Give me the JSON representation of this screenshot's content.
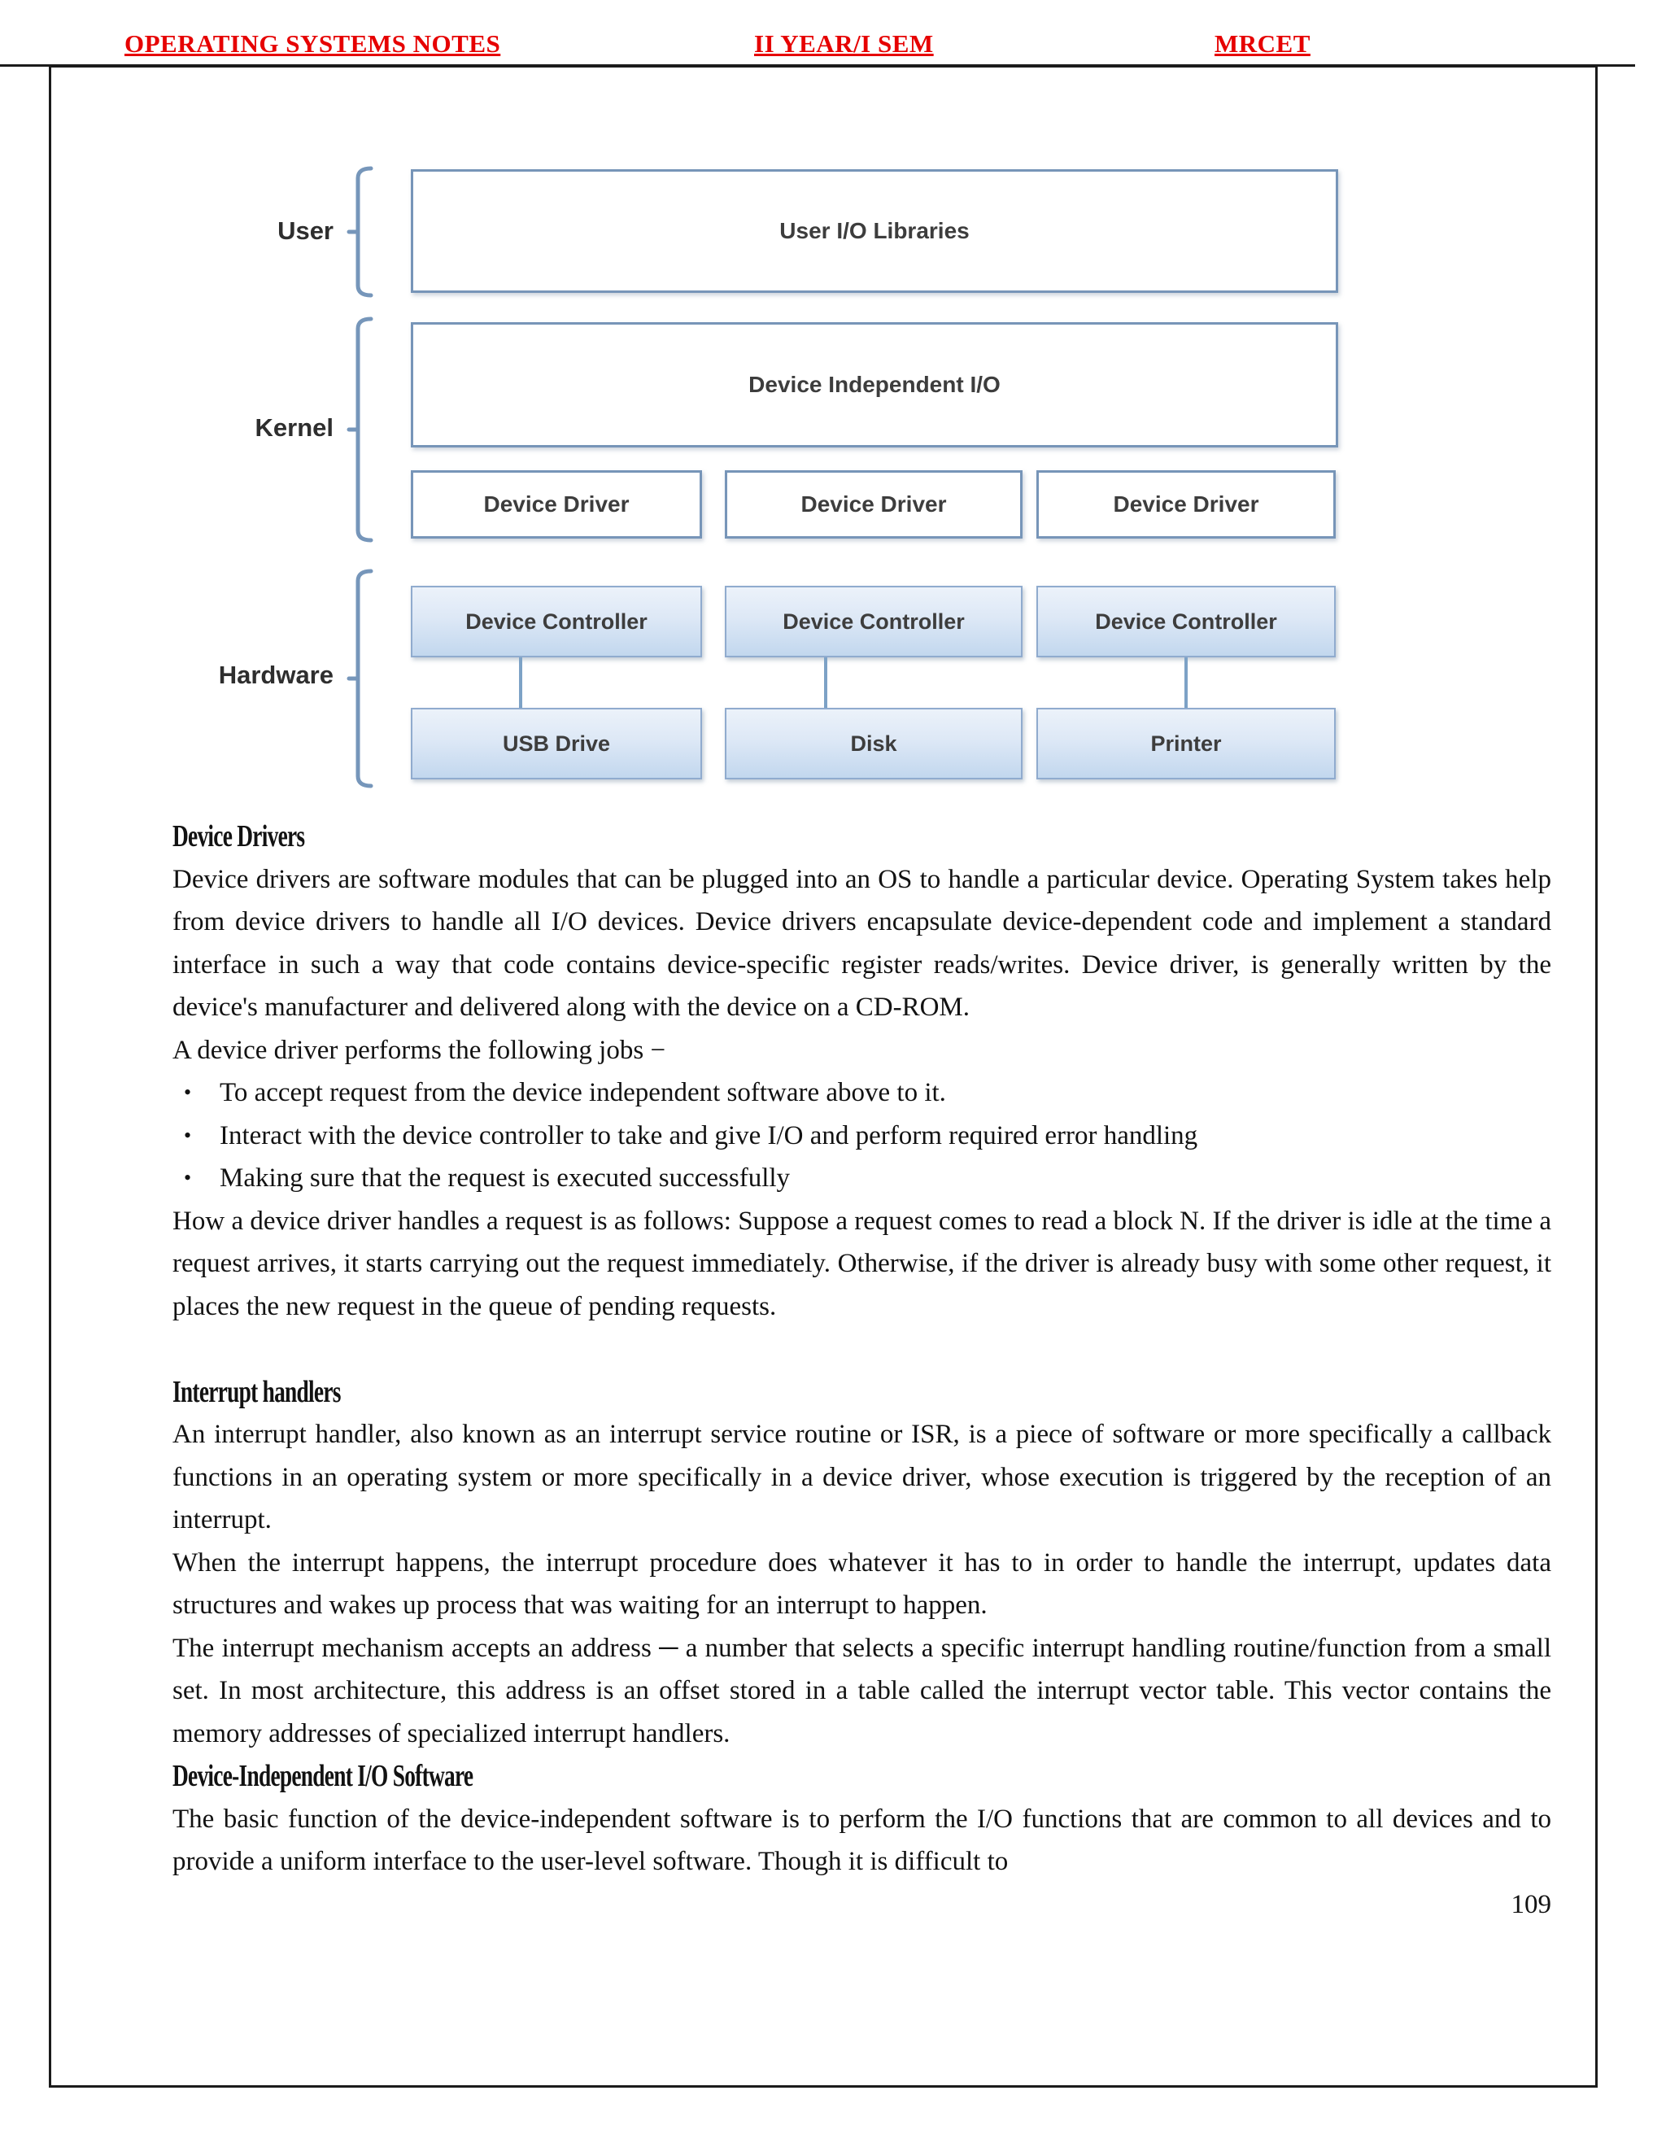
{
  "header": {
    "left": "OPERATING SYSTEMS NOTES",
    "center": "II YEAR/I SEM",
    "right": "MRCET"
  },
  "diagram": {
    "group_labels": {
      "user": "User",
      "kernel": "Kernel",
      "hardware": "Hardware"
    },
    "boxes": {
      "user_io_libraries": "User I/O Libraries",
      "device_independent_io": "Device Independent I/O",
      "drivers": [
        "Device Driver",
        "Device Driver",
        "Device Driver"
      ],
      "controllers": [
        "Device Controller",
        "Device Controller",
        "Device Controller"
      ],
      "devices": [
        "USB Drive",
        "Disk",
        "Printer"
      ]
    }
  },
  "content": {
    "device_drivers": {
      "heading": "Device Drivers",
      "intro": "Device drivers are software modules that can be plugged into an OS to handle a particular device. Operating System takes help from device drivers to handle all I/O devices. Device drivers encapsulate device-dependent code and implement a standard interface in such a way that code contains device-specific register reads/writes. Device driver, is generally written by the device's manufacturer and delivered along with the device on a CD-ROM.",
      "jobs_lead": "A device driver performs the following jobs −",
      "jobs": [
        "To accept request from the device independent software above to it.",
        "Interact with the device controller to take and give I/O and perform required error handling",
        "Making sure that the request is executed successfully"
      ],
      "request_handling": "How a device driver handles a request is as follows: Suppose a request comes to read a block N. If the driver is idle at the time a request arrives, it starts carrying out the request immediately. Otherwise, if the driver is already busy with some other request, it places the new request in the queue of pending requests."
    },
    "interrupt_handlers": {
      "heading": "Interrupt handlers",
      "p1": "An interrupt handler, also known as an interrupt service routine or ISR, is a piece of software or more specifically a callback functions in an operating system or more specifically in a device driver, whose execution is triggered by the reception of an interrupt.",
      "p2": "When the interrupt happens, the interrupt procedure does whatever it has to in order to handle the interrupt, updates data structures and wakes up process that was waiting for an interrupt to happen.",
      "p3": "The interrupt mechanism accepts an address ─ a number that selects a specific interrupt handling routine/function from a small set. In most architecture, this address is an offset stored in a table called the interrupt vector table. This vector contains the memory addresses of specialized interrupt handlers."
    },
    "device_independent_software": {
      "heading": "Device-Independent I/O Software",
      "p1": "The basic function of the device-independent software is to perform the I/O functions that are common to all devices and to provide a uniform interface to the user-level software. Though it is difficult to"
    },
    "page_number": "109"
  },
  "colors": {
    "header_red": "#e60000",
    "page_border": "#1b1b1b",
    "diagram_border_blue": "#7795b8",
    "diagram_gradient_top": "#ecf2fa",
    "diagram_gradient_bottom": "#c2d7ee",
    "connector_blue": "#7da2c6"
  }
}
